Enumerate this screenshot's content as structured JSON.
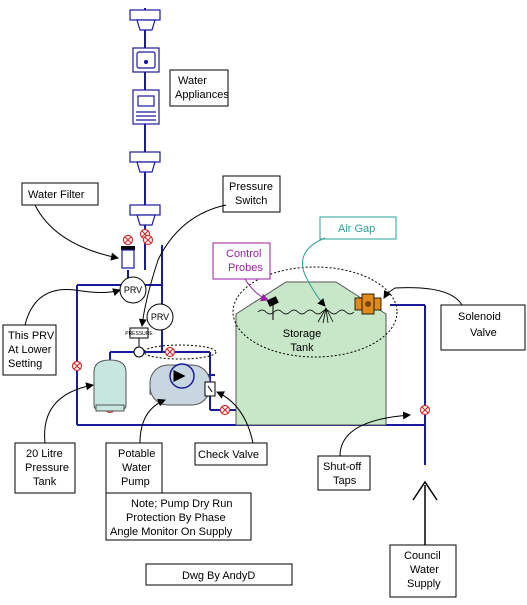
{
  "labels": {
    "water_appliances": [
      "Water",
      "Appliances"
    ],
    "water_filter": "Water Filter",
    "pressure_switch": [
      "Pressure",
      "Switch"
    ],
    "air_gap": "Air Gap",
    "control_probes": [
      "Control",
      "Probes"
    ],
    "storage_tank": [
      "Storage",
      "Tank"
    ],
    "solenoid_valve": [
      "Solenoid",
      "Valve"
    ],
    "prv_note": [
      "This PRV",
      "At Lower",
      "Setting"
    ],
    "pressure_tank": [
      "20 Litre",
      "Pressure",
      "Tank"
    ],
    "potable_pump": [
      "Potable",
      "Water",
      "Pump"
    ],
    "check_valve": "Check Valve",
    "shutoff_taps": [
      "Shut-off",
      "Taps"
    ],
    "dry_run_note": [
      "Note; Pump Dry Run",
      "Protection By Phase",
      "Angle Monitor On Supply"
    ],
    "council_supply": [
      "Council",
      "Water",
      "Supply"
    ],
    "credit": "Dwg By AndyD",
    "prv_badge": "PRV",
    "switch_badge": "PRESSURE"
  },
  "colors": {
    "pipe": "#1a1a9e",
    "tank_fill": "#c8e6c8",
    "air_gap_border": "#2aa198",
    "control_probes_border": "#9b1fa3",
    "valve_cross": "#d03030",
    "solenoid_body": "#e08a1a"
  }
}
